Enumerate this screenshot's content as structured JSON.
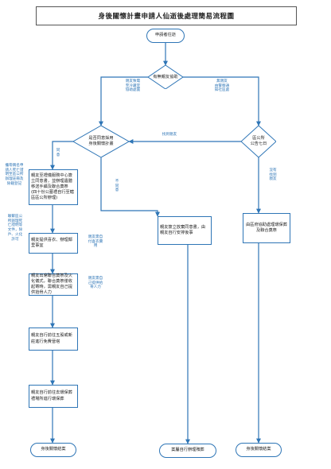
{
  "title": "身後關懷計畫申請人仙逝後處理簡易流程圖",
  "nodes": {
    "start": "申請者往逝",
    "q_family": "有無親友協助",
    "q_agree": "是否同意採用\n身後關懷計畫",
    "q_announce": "區公所\n公告七日",
    "step1": "親友至禮儀服務中心簽立同意書，並辦理遺體移送手續及聯合奠祭\n(四十份公墓禮自行至轄區區公所辦理)",
    "step2": "親友提供喜衣、辦理鄰里事宜",
    "step3": "親友出席聯合奠祭及火化儀式，聯合奠祭僅收起寄時，需親友自己提供拾骨人力",
    "step4": "親友自行前往五股或新莊進行免費晉塔",
    "step5": "親友自行前往去環保葬禮場所進行環保葬",
    "end_left": "身後關懷結案",
    "step_refuse": "親友簽立放棄同意書，由親友自行安排後事",
    "end_mid": "案屬自行辦理殯葬",
    "step_gov": "由區府協助處理環保葬及聯合奠祭",
    "end_right": "身後關懷結案"
  },
  "edge_labels": {
    "has_family": "親友致電\n至冷藏室\n協助處置",
    "no_family": "無親友\n由警察通\n知社區處",
    "found_family": "找到親友",
    "agree": "同\n意",
    "disagree": "不\n同\n意",
    "none_found": "沒有\n找到\n親友",
    "note_left1": "攜帶兩名申\n請人死亡證\n明至區公所\n辦理註冊及\n除籍登記",
    "note_left2": "聯繫區公\n所辦理死\n亡證明等\n文件，除\n戶、火化\n許可",
    "note_mid1": "親友需自\n付喜衣費\n用",
    "note_mid2": "親友需自\n己提供拾\n骨人力"
  }
}
